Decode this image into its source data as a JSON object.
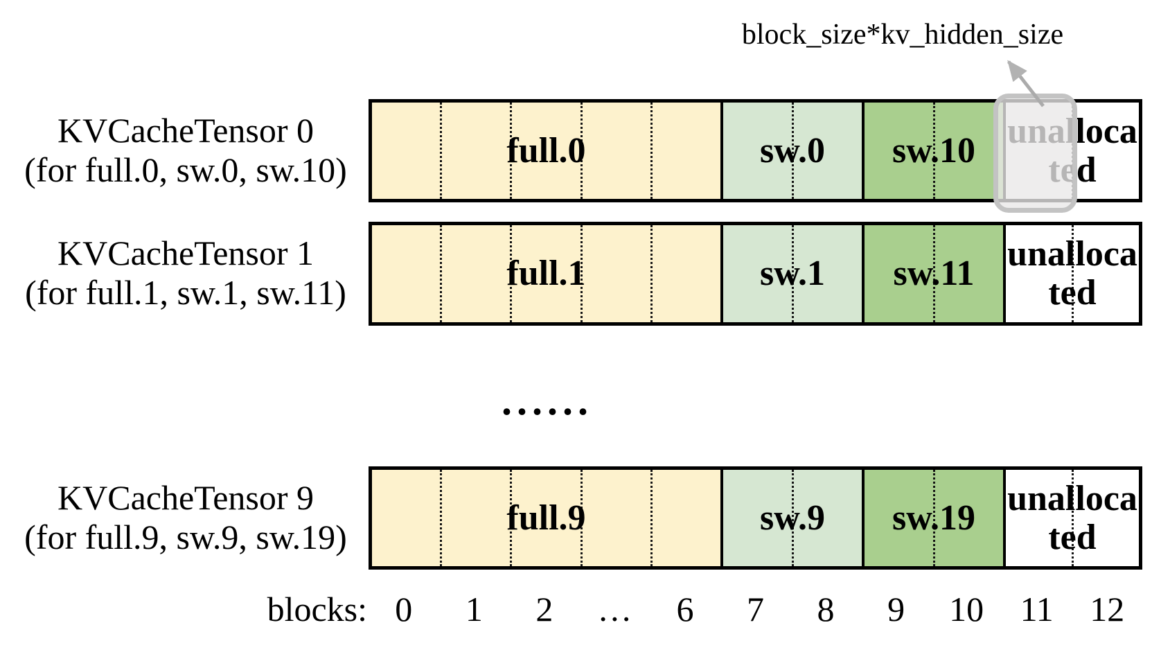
{
  "annotation": {
    "label": "block_size*kv_hidden_size",
    "points_to": "unallocated block 11 of KVCacheTensor 0"
  },
  "rows": [
    {
      "name": "KVCacheTensor 0",
      "subtitle": "(for full.0, sw.0, sw.10)",
      "full_label": "full.0",
      "sw_label": "sw.0",
      "sw2_label": "sw.10",
      "unallocated_line1": "unalloca",
      "unallocated_line2": "ted",
      "highlighted_block": "11"
    },
    {
      "name": "KVCacheTensor 1",
      "subtitle": "(for full.1, sw.1, sw.11)",
      "full_label": "full.1",
      "sw_label": "sw.1",
      "sw2_label": "sw.11",
      "unallocated_line1": "unalloca",
      "unallocated_line2": "ted"
    },
    {
      "name": "KVCacheTensor 9",
      "subtitle": "(for full.9, sw.9, sw.19)",
      "full_label": "full.9",
      "sw_label": "sw.9",
      "sw2_label": "sw.19",
      "unallocated_line1": "unalloca",
      "unallocated_line2": "ted"
    }
  ],
  "rows_ellipsis": "......",
  "segments_block_ranges": {
    "full": "blocks 0-6",
    "sw": "blocks 7-8",
    "sw2": "blocks 9-10",
    "unallocated": "blocks 11-12"
  },
  "axis": {
    "prefix": "blocks:",
    "blocks": [
      "0",
      "1",
      "2",
      "…",
      "6",
      "7",
      "8",
      "9",
      "10",
      "11",
      "12"
    ]
  },
  "colors": {
    "full_fill": "#FDF2CD",
    "sw_light_fill": "#D6E7D2",
    "sw_dark_fill": "#A9CF8E",
    "unallocated_fill": "#FFFFFF",
    "highlight_fill": "#E9E8E8",
    "highlight_border": "#C3C3C3",
    "arrow": "#ABABAB",
    "outline": "#000000"
  }
}
